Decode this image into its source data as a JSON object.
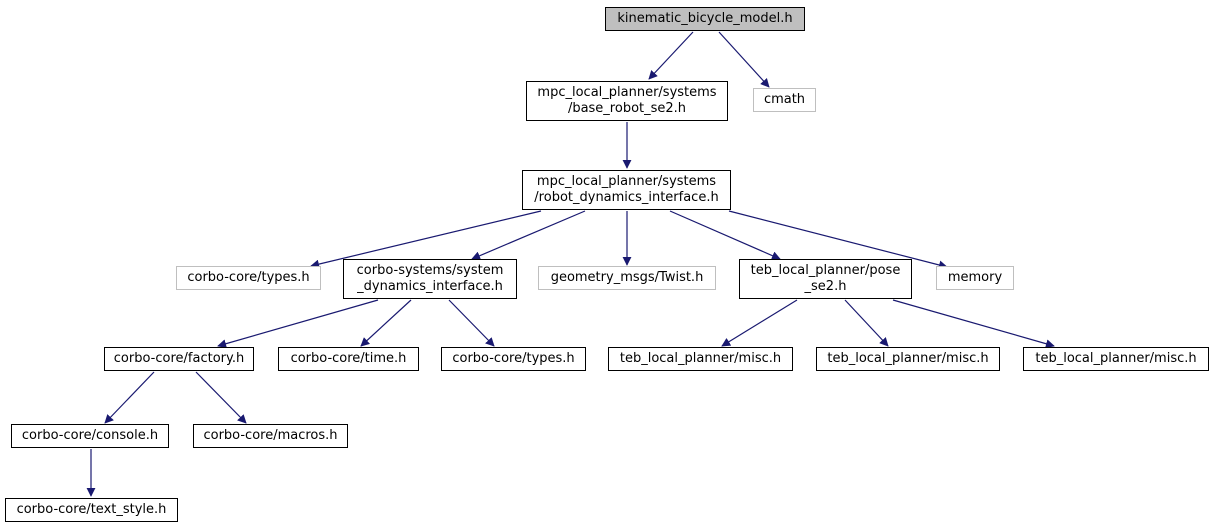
{
  "colors": {
    "edge": "#191970",
    "node_border": "#000000",
    "external_border": "#bfbfbf",
    "root_fill": "#bfbfbf"
  },
  "nodes": {
    "root": {
      "label": "kinematic_bicycle_model.h"
    },
    "base_robot": {
      "line1": "mpc_local_planner/systems",
      "line2": "/base_robot_se2.h"
    },
    "cmath": {
      "label": "cmath"
    },
    "robot_dyn": {
      "line1": "mpc_local_planner/systems",
      "line2": "/robot_dynamics_interface.h"
    },
    "corbo_types_1": {
      "label": "corbo-core/types.h"
    },
    "system_dyn": {
      "line1": "corbo-systems/system",
      "line2": "_dynamics_interface.h"
    },
    "twist": {
      "label": "geometry_msgs/Twist.h"
    },
    "pose_se2": {
      "line1": "teb_local_planner/pose",
      "line2": "_se2.h"
    },
    "memory": {
      "label": "memory"
    },
    "factory": {
      "label": "corbo-core/factory.h"
    },
    "time": {
      "label": "corbo-core/time.h"
    },
    "corbo_types_2": {
      "label": "corbo-core/types.h"
    },
    "misc_1": {
      "label": "teb_local_planner/misc.h"
    },
    "misc_2": {
      "label": "teb_local_planner/misc.h"
    },
    "misc_3": {
      "label": "teb_local_planner/misc.h"
    },
    "console": {
      "label": "corbo-core/console.h"
    },
    "macros": {
      "label": "corbo-core/macros.h"
    },
    "text_style": {
      "label": "corbo-core/text_style.h"
    }
  }
}
